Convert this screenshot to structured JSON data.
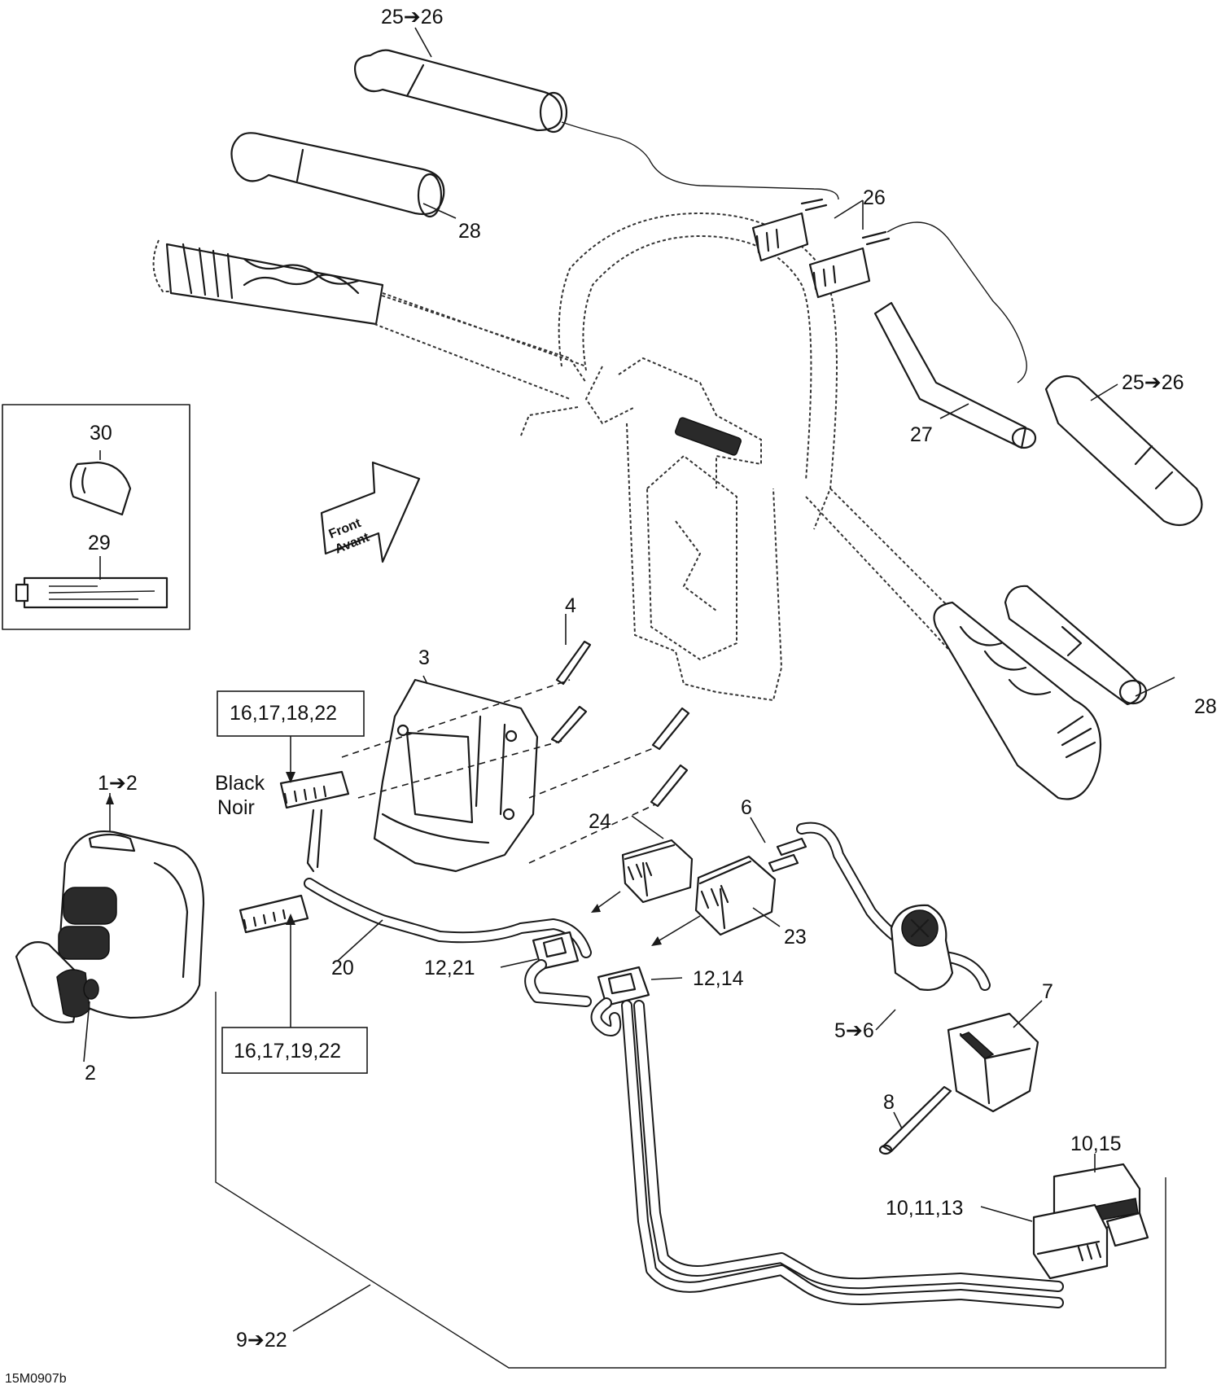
{
  "callouts": {
    "c25_26_top": "25➔26",
    "c26": "26",
    "c28_top": "28",
    "c25_26_right": "25➔26",
    "c27": "27",
    "c28_right": "28",
    "c30": "30",
    "c29": "29",
    "c4": "4",
    "c3": "3",
    "c1_2": "1➔2",
    "c2": "2",
    "c24": "24",
    "c6": "6",
    "c23": "23",
    "c20": "20",
    "c12_21": "12,21",
    "c12_14": "12,14",
    "c5_6": "5➔6",
    "c7": "7",
    "c8": "8",
    "c10_15": "10,15",
    "c10_11_13": "10,11,13",
    "c9_22": "9➔22"
  },
  "boxes": {
    "connector_black": "16,17,18,22",
    "connector_other": "16,17,19,22"
  },
  "connector_color": {
    "en": "Black",
    "fr": "Noir"
  },
  "direction_arrow": {
    "en": "Front",
    "fr": "Avant"
  },
  "drawing_code": "15M0907b"
}
